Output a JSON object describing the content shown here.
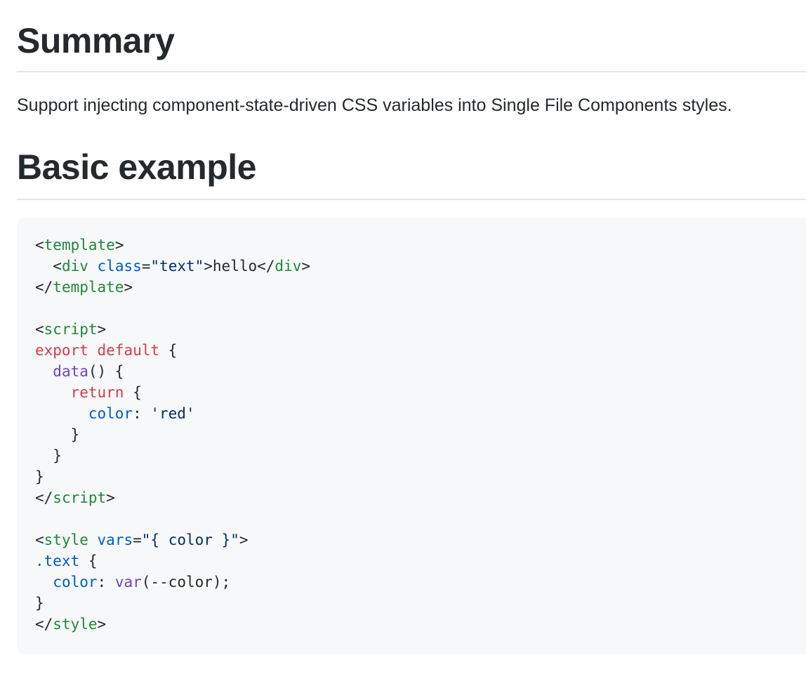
{
  "headings": {
    "summary": "Summary",
    "basic_example": "Basic example"
  },
  "summary_text": "Support injecting component-state-driven CSS variables into Single File Components styles.",
  "code": {
    "colors": {
      "tag": "#22863a",
      "attr": "#005cc5",
      "string": "#032f62",
      "keyword": "#d73a49",
      "function": "#6f42c1",
      "background": "#f6f8fa"
    },
    "lines": [
      [
        {
          "t": "<",
          "c": ""
        },
        {
          "t": "template",
          "c": "tag"
        },
        {
          "t": ">",
          "c": ""
        }
      ],
      [
        {
          "t": "  <",
          "c": ""
        },
        {
          "t": "div",
          "c": "tag"
        },
        {
          "t": " ",
          "c": ""
        },
        {
          "t": "class",
          "c": "attr"
        },
        {
          "t": "=",
          "c": ""
        },
        {
          "t": "\"text\"",
          "c": "str"
        },
        {
          "t": ">hello</",
          "c": ""
        },
        {
          "t": "div",
          "c": "tag"
        },
        {
          "t": ">",
          "c": ""
        }
      ],
      [
        {
          "t": "</",
          "c": ""
        },
        {
          "t": "template",
          "c": "tag"
        },
        {
          "t": ">",
          "c": ""
        }
      ],
      [],
      [
        {
          "t": "<",
          "c": ""
        },
        {
          "t": "script",
          "c": "tag"
        },
        {
          "t": ">",
          "c": ""
        }
      ],
      [
        {
          "t": "export",
          "c": "kw"
        },
        {
          "t": " ",
          "c": ""
        },
        {
          "t": "default",
          "c": "kw"
        },
        {
          "t": " {",
          "c": ""
        }
      ],
      [
        {
          "t": "  ",
          "c": ""
        },
        {
          "t": "data",
          "c": "fn"
        },
        {
          "t": "() {",
          "c": ""
        }
      ],
      [
        {
          "t": "    ",
          "c": ""
        },
        {
          "t": "return",
          "c": "kw"
        },
        {
          "t": " {",
          "c": ""
        }
      ],
      [
        {
          "t": "      ",
          "c": ""
        },
        {
          "t": "color",
          "c": "prop"
        },
        {
          "t": ": ",
          "c": ""
        },
        {
          "t": "'red'",
          "c": "str"
        }
      ],
      [
        {
          "t": "    }",
          "c": ""
        }
      ],
      [
        {
          "t": "  }",
          "c": ""
        }
      ],
      [
        {
          "t": "}",
          "c": ""
        }
      ],
      [
        {
          "t": "</",
          "c": ""
        },
        {
          "t": "script",
          "c": "tag"
        },
        {
          "t": ">",
          "c": ""
        }
      ],
      [],
      [
        {
          "t": "<",
          "c": ""
        },
        {
          "t": "style",
          "c": "tag"
        },
        {
          "t": " ",
          "c": ""
        },
        {
          "t": "vars",
          "c": "attr"
        },
        {
          "t": "=",
          "c": ""
        },
        {
          "t": "\"{ color }\"",
          "c": "str"
        },
        {
          "t": ">",
          "c": ""
        }
      ],
      [
        {
          "t": ".text",
          "c": "prop"
        },
        {
          "t": " {",
          "c": ""
        }
      ],
      [
        {
          "t": "  ",
          "c": ""
        },
        {
          "t": "color",
          "c": "prop"
        },
        {
          "t": ": ",
          "c": ""
        },
        {
          "t": "var",
          "c": "fn"
        },
        {
          "t": "(--color);",
          "c": ""
        }
      ],
      [
        {
          "t": "}",
          "c": ""
        }
      ],
      [
        {
          "t": "</",
          "c": ""
        },
        {
          "t": "style",
          "c": "tag"
        },
        {
          "t": ">",
          "c": ""
        }
      ]
    ]
  }
}
